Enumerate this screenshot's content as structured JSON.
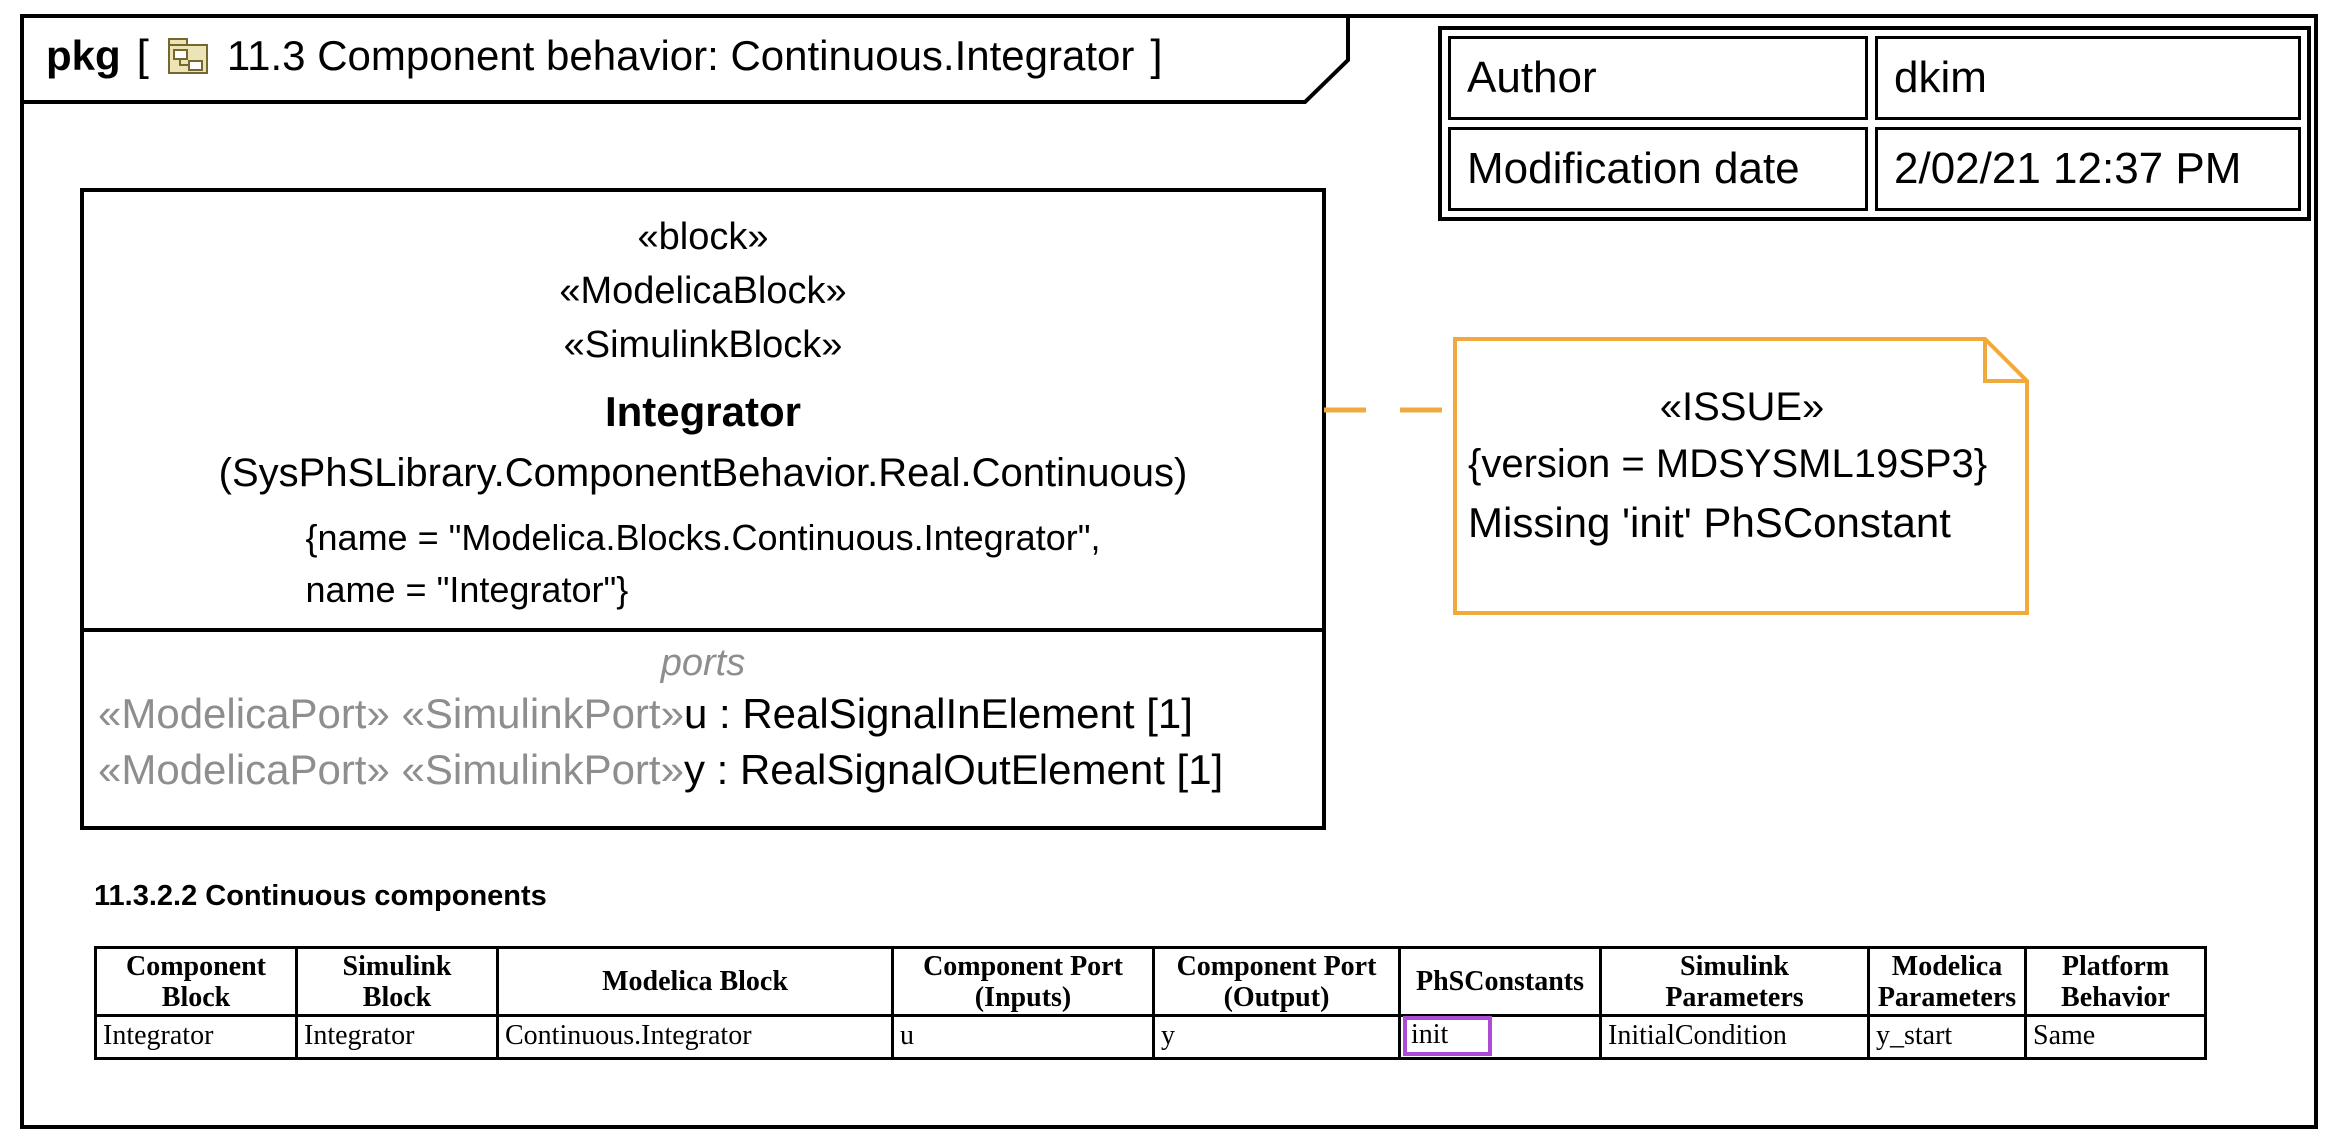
{
  "colors": {
    "frame_border": "#000000",
    "note_border": "#f0a93c",
    "highlight_purple": "#ae4bd5",
    "muted_gray": "#8e8e8e"
  },
  "frame_tab": {
    "kind": "pkg",
    "open_bracket": "[",
    "close_bracket": "]",
    "title": "11.3 Component behavior: Continuous.Integrator",
    "icon": "package-diagram-icon"
  },
  "info_table": {
    "rows": [
      {
        "label": "Author",
        "value": "dkim"
      },
      {
        "label": "Modification date",
        "value": "2/02/21 12:37 PM"
      }
    ]
  },
  "block": {
    "stereotypes": [
      "«block»",
      "«ModelicaBlock»",
      "«SimulinkBlock»"
    ],
    "name": "Integrator",
    "namespace": "(SysPhSLibrary.ComponentBehavior.Real.Continuous)",
    "tagged_values": [
      "{name = \"Modelica.Blocks.Continuous.Integrator\",",
      "name = \"Integrator\"}"
    ],
    "ports_label": "ports",
    "ports": [
      {
        "stereotypes": "«ModelicaPort» «SimulinkPort»",
        "declaration": "u : RealSignalInElement [1]"
      },
      {
        "stereotypes": "«ModelicaPort» «SimulinkPort»",
        "declaration": "y : RealSignalOutElement [1]"
      }
    ]
  },
  "note": {
    "stereotype": "«ISSUE»",
    "version": "{version = MDSYSML19SP3}",
    "message": "Missing 'init' PhSConstant"
  },
  "section": {
    "heading": "11.3.2.2 Continuous components"
  },
  "components_table": {
    "headers": [
      "Component\nBlock",
      "Simulink\nBlock",
      "Modelica Block",
      "Component Port\n(Inputs)",
      "Component Port\n(Output)",
      "PhSConstants",
      "Simulink\nParameters",
      "Modelica\nParameters",
      "Platform\nBehavior"
    ],
    "row": [
      "Integrator",
      "Integrator",
      "Continuous.Integrator",
      "u",
      "y",
      "init",
      "InitialCondition",
      "y_start",
      "Same"
    ]
  }
}
